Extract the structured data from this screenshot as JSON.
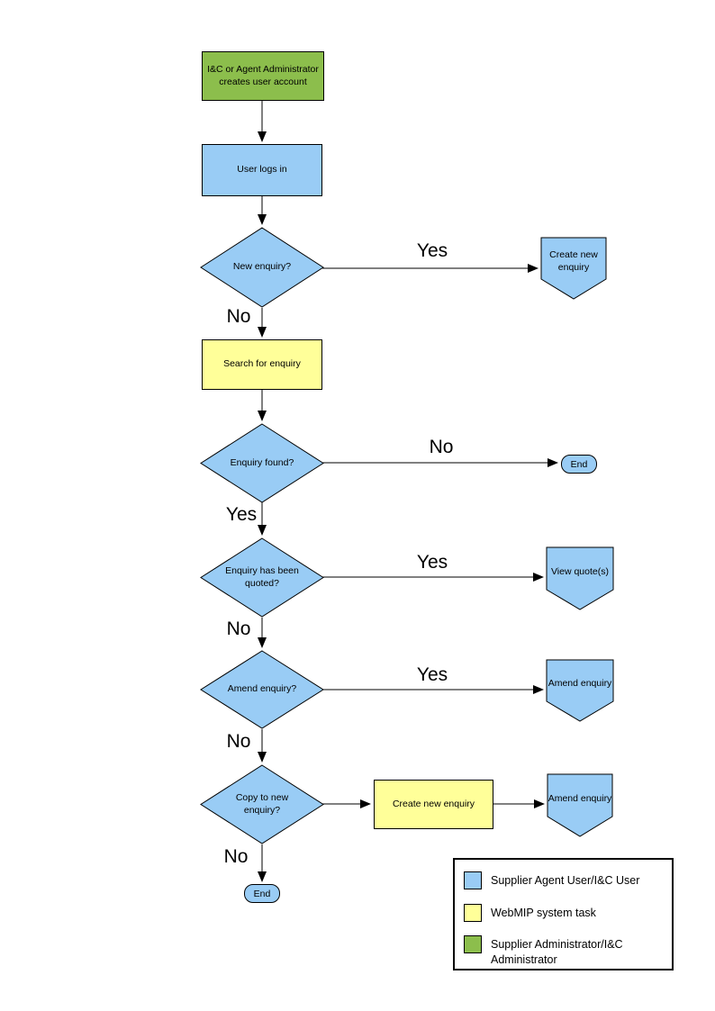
{
  "nodes": {
    "create_account": {
      "label": "I&C or Agent Administrator creates user account",
      "type": "process",
      "role_color": "#8CBE4C"
    },
    "user_logs_in": {
      "label": "User logs in",
      "type": "process",
      "role_color": "#99CCF5"
    },
    "new_enquiry": {
      "label": "New enquiry?",
      "type": "decision",
      "role_color": "#99CCF5"
    },
    "create_new_enquiry_offpage": {
      "label": "Create new enquiry",
      "type": "offpage",
      "role_color": "#99CCF5"
    },
    "search_for_enquiry": {
      "label": "Search for enquiry",
      "type": "process",
      "role_color": "#FFFF99"
    },
    "enquiry_found": {
      "label": "Enquiry found?",
      "type": "decision",
      "role_color": "#99CCF5"
    },
    "end_right": {
      "label": "End",
      "type": "terminator",
      "role_color": "#99CCF5"
    },
    "enquiry_quoted": {
      "label": "Enquiry has been quoted?",
      "type": "decision",
      "role_color": "#99CCF5"
    },
    "view_quotes": {
      "label": "View quote(s)",
      "type": "offpage",
      "role_color": "#99CCF5"
    },
    "amend_enquiry_q": {
      "label": "Amend enquiry?",
      "type": "decision",
      "role_color": "#99CCF5"
    },
    "amend_enquiry_1": {
      "label": "Amend enquiry",
      "type": "offpage",
      "role_color": "#99CCF5"
    },
    "copy_to_new": {
      "label": "Copy to new enquiry?",
      "type": "decision",
      "role_color": "#99CCF5"
    },
    "create_new_enquiry_task": {
      "label": "Create new enquiry",
      "type": "process",
      "role_color": "#FFFF99"
    },
    "amend_enquiry_2": {
      "label": "Amend enquiry",
      "type": "offpage",
      "role_color": "#99CCF5"
    },
    "end_bottom": {
      "label": "End",
      "type": "terminator",
      "role_color": "#99CCF5"
    }
  },
  "edge_labels": {
    "new_enquiry_yes": "Yes",
    "new_enquiry_no": "No",
    "enquiry_found_no": "No",
    "enquiry_found_yes": "Yes",
    "quoted_yes": "Yes",
    "quoted_no": "No",
    "amend_yes": "Yes",
    "amend_no": "No",
    "copy_no": "No"
  },
  "legend": {
    "items": [
      {
        "label": "Supplier Agent User/I&C User",
        "color": "#99CCF5"
      },
      {
        "label": "WebMIP system task",
        "color": "#FFFF99"
      },
      {
        "label": "Supplier Administrator/I&C Administrator",
        "color": "#8CBE4C"
      }
    ]
  },
  "colors": {
    "actor_blue": "#99CCF5",
    "system_yellow": "#FFFF99",
    "admin_green": "#8CBE4C",
    "line": "#000000",
    "background": "#FFFFFF"
  }
}
